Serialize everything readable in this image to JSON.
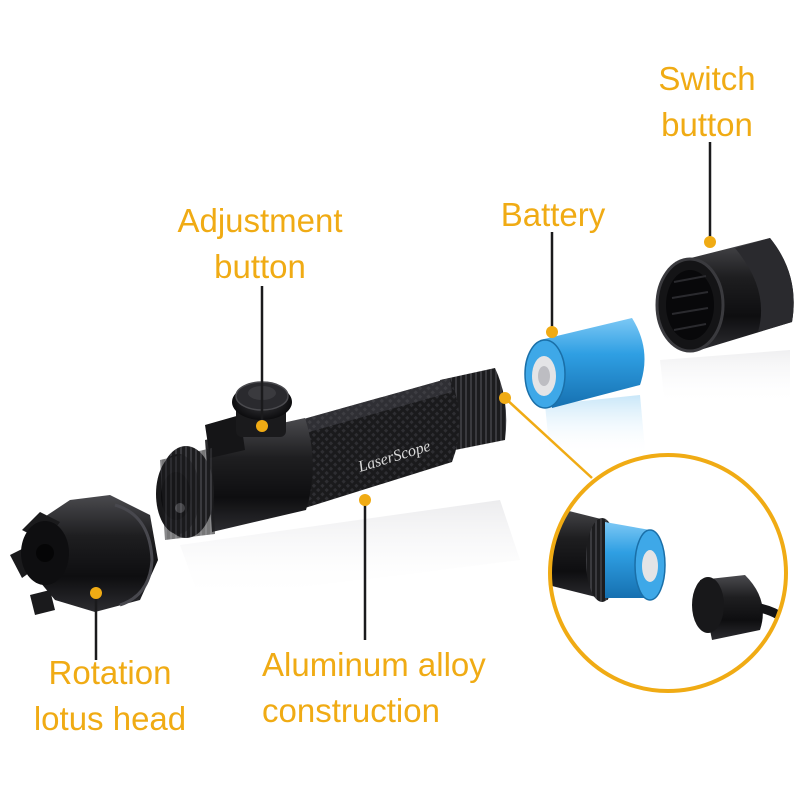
{
  "labels": {
    "switch_button": {
      "line1": "Switch",
      "line2": "button"
    },
    "adjustment_button": {
      "line1": "Adjustment",
      "line2": "button"
    },
    "battery": {
      "line1": "Battery"
    },
    "rotation_head": {
      "line1": "Rotation",
      "line2": "lotus head"
    },
    "aluminum": {
      "line1": "Aluminum alloy",
      "line2": "construction"
    }
  },
  "product": {
    "engraving": "LaserScope"
  },
  "colors": {
    "accent": "#f0ab14",
    "battery_blue": "#2f9fe3",
    "body_black": "#1c1c1e"
  }
}
